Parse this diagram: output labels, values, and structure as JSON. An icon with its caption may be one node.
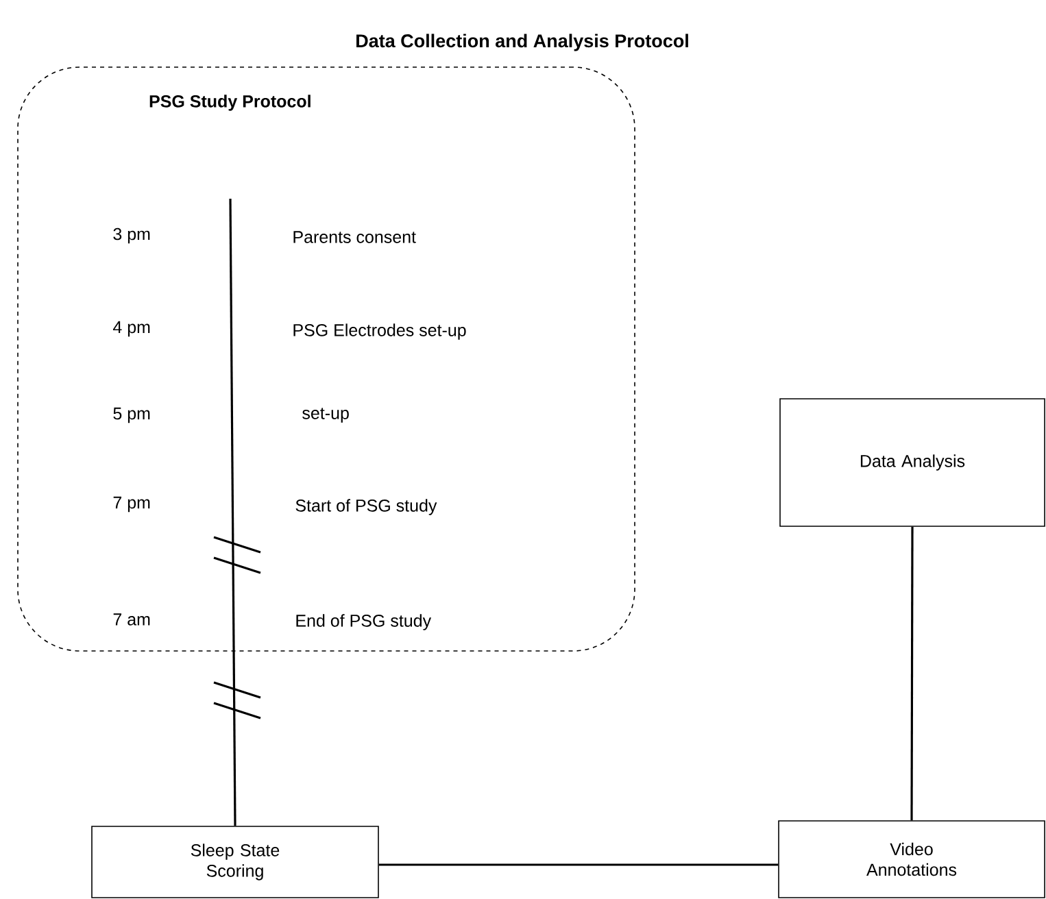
{
  "diagram": {
    "title": "Data Collection and Analysis Protocol",
    "nodes": [
      {
        "text": [
          "PSG Study Protocol"
        ]
      },
      {
        "text": [
          "Data Analysis"
        ]
      },
      {
        "text": [
          "Sleep State Scoring"
        ]
      },
      {
        "text": [
          "Video Annotations"
        ]
      }
    ],
    "edges": [
      {
        "from": 0,
        "to": 2,
        "arrow": "none"
      },
      {
        "from": 2,
        "to": 3,
        "arrow": "none"
      },
      {
        "from": 1,
        "to": 3,
        "arrow": "none"
      }
    ],
    "labels": [
      "3 pm",
      "Parents consent",
      "4 pm",
      "PSG Electrodes set-up",
      "5 pm",
      "set-up",
      "7 pm",
      "Start of PSG study",
      "7 am",
      "End of PSG study"
    ]
  }
}
